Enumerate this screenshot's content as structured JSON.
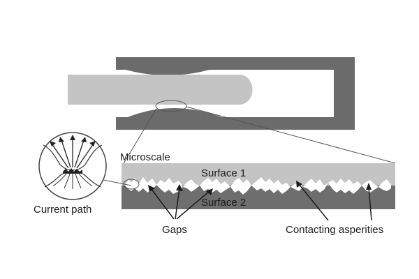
{
  "labels": {
    "microscale": "Microscale",
    "surface_1": "Surface 1",
    "surface_2": "Surface 2",
    "current_path": "Current path",
    "gaps": "Gaps",
    "contacting_asperities": "Contacting asperities"
  },
  "colors": {
    "clamp": "#6b6b6b",
    "bar": "#c4c4c4",
    "surface_1": "#c4c4c4",
    "surface_2": "#6e6e6e",
    "gap": "#ffffff",
    "line": "#555555",
    "text": "#1c1c1c"
  }
}
